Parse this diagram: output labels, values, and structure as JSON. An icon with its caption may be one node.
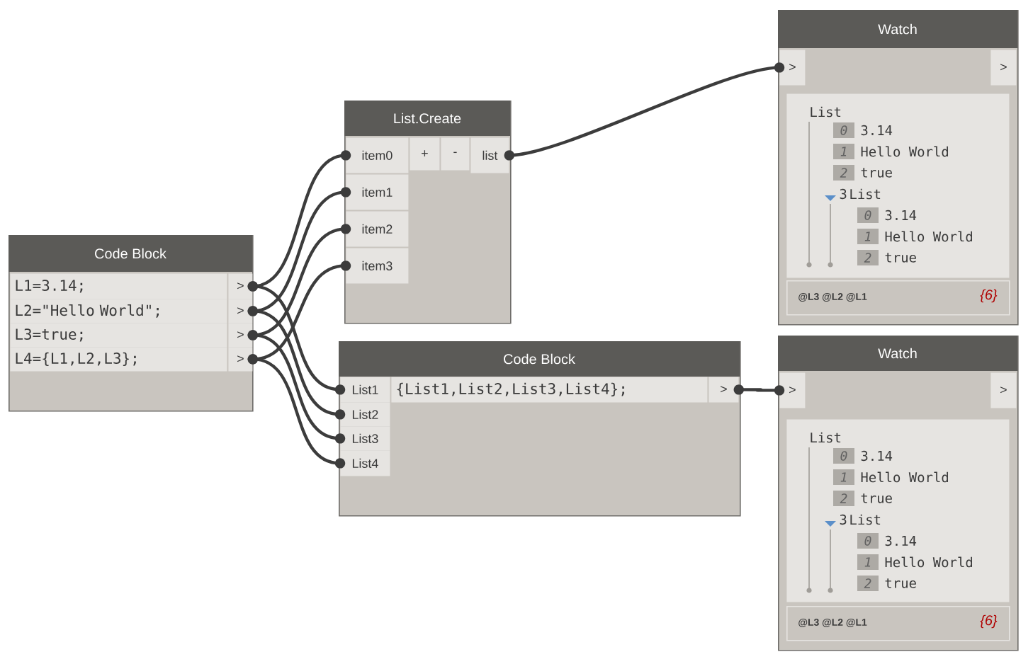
{
  "diagram": {
    "nodes": [
      {
        "text": [
          "Code Block"
        ]
      },
      {
        "text": [
          "L1=3.14;"
        ],
        "in": 0
      },
      {
        "text": [
          "L2=\"Hello World\";"
        ],
        "in": 0
      },
      {
        "text": [
          "L3=true;"
        ],
        "in": 0
      },
      {
        "text": [
          "L4={L1,L2,L3};"
        ],
        "in": 0
      },
      {
        "text": [
          ">"
        ],
        "in": 0
      },
      {
        "text": [
          ">"
        ],
        "in": 0
      },
      {
        "text": [
          ">"
        ],
        "in": 0
      },
      {
        "text": [
          ">"
        ],
        "in": 0
      },
      {
        "text": [
          "List.Create"
        ]
      },
      {
        "text": [
          "item0"
        ],
        "in": 9
      },
      {
        "text": [
          "item1"
        ],
        "in": 9
      },
      {
        "text": [
          "item2"
        ],
        "in": 9
      },
      {
        "text": [
          "item3"
        ],
        "in": 9
      },
      {
        "text": [
          "+"
        ],
        "in": 9
      },
      {
        "text": [
          "-"
        ],
        "in": 9
      },
      {
        "text": [
          "list"
        ],
        "in": 9
      },
      {
        "text": [
          "Code Block"
        ]
      },
      {
        "text": [
          "List1"
        ],
        "in": 17
      },
      {
        "text": [
          "List2"
        ],
        "in": 17
      },
      {
        "text": [
          "List3"
        ],
        "in": 17
      },
      {
        "text": [
          "List4"
        ],
        "in": 17
      },
      {
        "text": [
          "{List1,List2,List3,List4};"
        ],
        "in": 17
      },
      {
        "text": [
          ">"
        ],
        "in": 17
      },
      {
        "text": [
          "Watch"
        ]
      },
      {
        "text": [
          ">"
        ],
        "in": 24
      },
      {
        "text": [
          ">"
        ],
        "in": 24
      },
      {
        "text": [
          "List",
          "0",
          "3.14",
          "1",
          "Hello World",
          "2",
          "true",
          "3",
          "List",
          "0",
          "3.14",
          "1",
          "Hello World",
          "2",
          "true"
        ],
        "in": 24
      },
      {
        "text": [
          "@L3 @L2 @L1",
          "{6}"
        ],
        "in": 24
      },
      {
        "text": [
          "Watch"
        ]
      },
      {
        "text": [
          ">"
        ],
        "in": 29
      },
      {
        "text": [
          ">"
        ],
        "in": 29
      },
      {
        "text": [
          "List",
          "0",
          "3.14",
          "1",
          "Hello World",
          "2",
          "true",
          "3",
          "List",
          "0",
          "3.14",
          "1",
          "Hello World",
          "2",
          "true"
        ],
        "in": 29
      },
      {
        "text": [
          "@L3 @L2 @L1",
          "{6}"
        ],
        "in": 29
      }
    ],
    "edges": [
      {
        "from": 5,
        "to": 10,
        "arrow": "other"
      },
      {
        "from": 5,
        "to": 18,
        "arrow": "other"
      },
      {
        "from": 6,
        "to": 11,
        "arrow": "other"
      },
      {
        "from": 6,
        "to": 19,
        "arrow": "other"
      },
      {
        "from": 7,
        "to": 12,
        "arrow": "other"
      },
      {
        "from": 7,
        "to": 20,
        "arrow": "other"
      },
      {
        "from": 8,
        "to": 13,
        "arrow": "other"
      },
      {
        "from": 8,
        "to": 21,
        "arrow": "other"
      },
      {
        "from": 16,
        "to": 25,
        "arrow": "other"
      },
      {
        "from": 23,
        "to": 30,
        "arrow": "other"
      }
    ]
  }
}
